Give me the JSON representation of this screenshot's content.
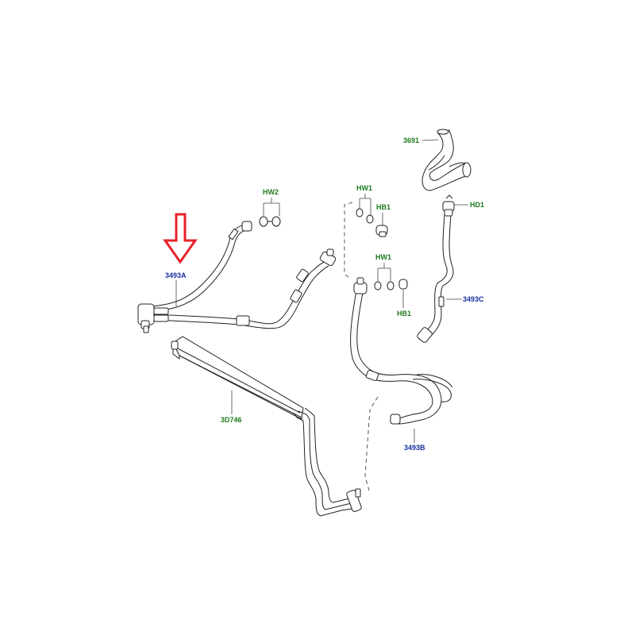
{
  "colors": {
    "arrow": "#e8202a",
    "label_blue": "#1a2fa0",
    "label_green": "#1f7a1f",
    "line": "#222222"
  },
  "labels": {
    "hose_3493A": "3493A",
    "hose_3493B": "3493B",
    "hose_3493C": "3493C",
    "cooler_3D746": "3D746",
    "reservoir_3691": "3691",
    "hw2": "HW2",
    "hw1_top": "HW1",
    "hb1_top": "HB1",
    "hw1_mid": "HW1",
    "hb1_mid": "HB1",
    "hd1": "HD1"
  },
  "highlight_arrow": {
    "points_to": "3493A",
    "icon": "down-arrow-outline"
  }
}
